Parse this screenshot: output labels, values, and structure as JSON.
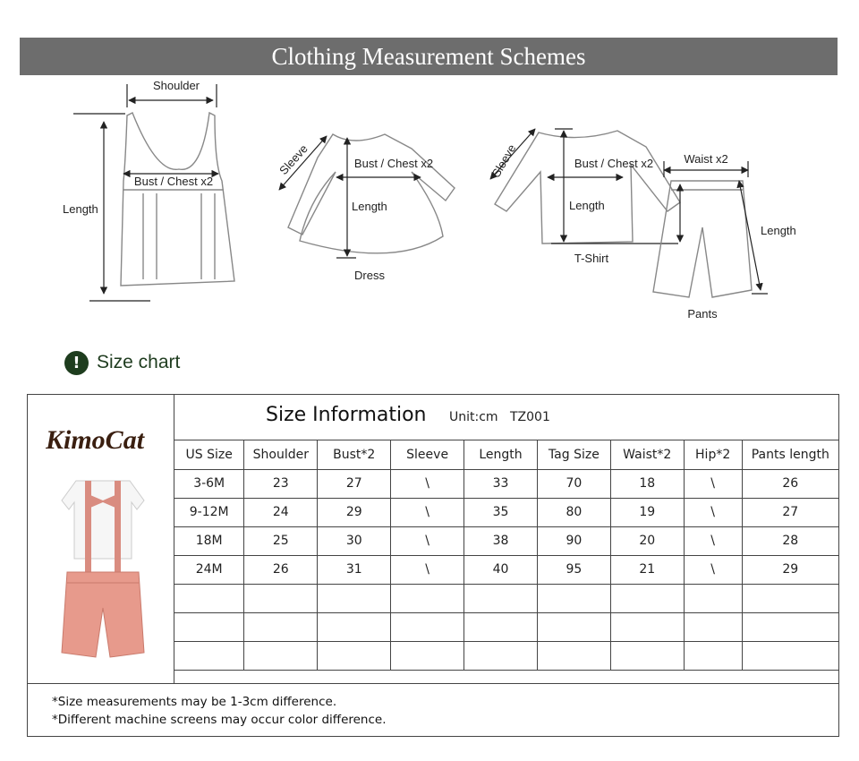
{
  "banner": {
    "title": "Clothing Measurement Schemes"
  },
  "diagram": {
    "vest": {
      "shoulder": "Shoulder",
      "bust": "Bust / Chest x2",
      "length": "Length"
    },
    "dress": {
      "sleeve": "Sleeve",
      "bust": "Bust / Chest x2",
      "length": "Length",
      "name": "Dress"
    },
    "tshirt": {
      "sleeve": "Sleeve",
      "bust": "Bust / Chest x2",
      "length": "Length",
      "name": "T-Shirt"
    },
    "pants": {
      "waist": "Waist x2",
      "length": "Length",
      "name": "Pants"
    }
  },
  "size_chart": {
    "label": "Size chart",
    "icon": "exclamation-icon"
  },
  "brand": {
    "logo_text": "KimoCat"
  },
  "info": {
    "title": "Size Information",
    "unit": "Unit:cm",
    "code": "TZ001"
  },
  "table": {
    "headers": [
      "US Size",
      "Shoulder",
      "Bust*2",
      "Sleeve",
      "Length",
      "Tag Size",
      "Waist*2",
      "Hip*2",
      "Pants length"
    ],
    "rows": [
      [
        "3-6M",
        "23",
        "27",
        "\\",
        "33",
        "70",
        "18",
        "\\",
        "26"
      ],
      [
        "9-12M",
        "24",
        "29",
        "\\",
        "35",
        "80",
        "19",
        "\\",
        "27"
      ],
      [
        "18M",
        "25",
        "30",
        "\\",
        "38",
        "90",
        "20",
        "\\",
        "28"
      ],
      [
        "24M",
        "26",
        "31",
        "\\",
        "40",
        "95",
        "21",
        "\\",
        "29"
      ],
      [
        "",
        "",
        "",
        "",
        "",
        "",
        "",
        "",
        ""
      ],
      [
        "",
        "",
        "",
        "",
        "",
        "",
        "",
        "",
        ""
      ],
      [
        "",
        "",
        "",
        "",
        "",
        "",
        "",
        "",
        ""
      ]
    ]
  },
  "notes": [
    "*Size measurements may be 1-3cm difference.",
    "*Different machine screens may occur color difference."
  ]
}
